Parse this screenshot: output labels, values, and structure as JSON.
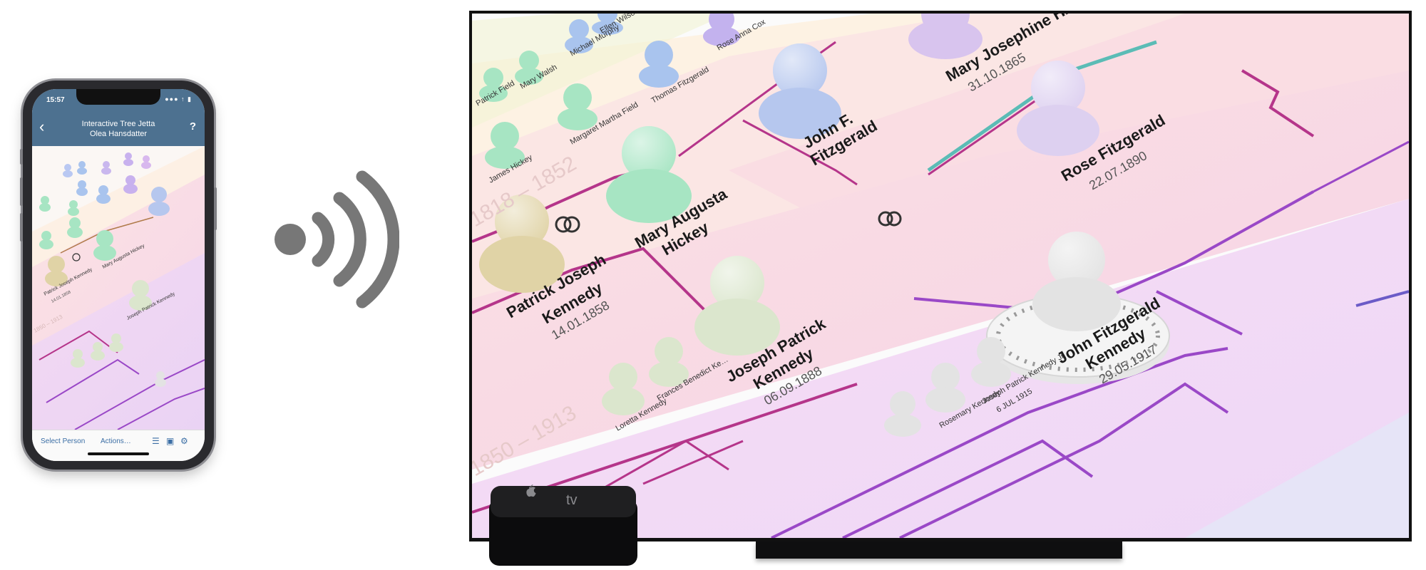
{
  "phone": {
    "status_time": "15:57",
    "status_icons": "●●● ↑ ▮",
    "nav": {
      "back_icon": "chevron-left-icon",
      "title_line1": "Interactive Tree Jetta",
      "title_line2": "Olea Hansdatter",
      "help_label": "?"
    },
    "tree_labels": {
      "mary": "Mary Augusta Hickey",
      "patrick": "Patrick Joseph Kennedy",
      "patrick_date": "14.01.1858",
      "joseph": "Joseph Patrick Kennedy",
      "dates_range": "1850 – 1913"
    },
    "bottom_bar": {
      "select_person": "Select Person",
      "actions": "Actions…",
      "icons": [
        "tree-levels-icon",
        "camera-icon",
        "gear-icon"
      ]
    }
  },
  "tv": {
    "tree": {
      "mary_josephine_name": "Mary Josephine HA…",
      "mary_josephine_date": "31.10.1865",
      "john_f_line1": "John F.",
      "john_f_line2": "Fitzgerald",
      "rose_name": "Rose Fitzgerald",
      "rose_date": "22.07.1890",
      "mary_augusta_line1": "Mary Augusta",
      "mary_augusta_line2": "Hickey",
      "patrick_line1": "Patrick Joseph",
      "patrick_line2": "Kennedy",
      "patrick_date": "14.01.1858",
      "joseph_line1": "Joseph Patrick",
      "joseph_line2": "Kennedy",
      "joseph_date": "06.09.1888",
      "jfk_line1": "John Fitzgerald",
      "jfk_line2": "Kennedy",
      "jfk_date": "29.05.1917",
      "dates_range_left": "1850 – 1913",
      "dates_range_top": "1818 – 1852",
      "james_hickey": "James Hickey",
      "margaret": "Margaret Martha Field",
      "thomas": "Thomas Fitzgerald",
      "rose_anna": "Rose Anna Cox",
      "patrick_field": "Patrick Field",
      "mary_walsh": "Mary Walsh",
      "michael": "Michael Murphy",
      "ellen": "Ellen Wilson",
      "frances": "Frances Benedict Ke…",
      "loretta": "Loretta Kennedy",
      "rosemary": "Rosemary Kennedy",
      "joseph_jr": "Joseph Patrick Kennedy Jr.",
      "joseph_jr_date": "6 JUL 1915",
      "marriage_icon": "rings-icon"
    },
    "device": {
      "apple_tv_label": "tv"
    }
  },
  "colors": {
    "nav_blue": "#4d7190",
    "mint": "#a7e5c3",
    "sky": "#a9c4ee",
    "lilac": "#d9c9ee",
    "beige": "#e0d3a6",
    "sage": "#dbe6cd",
    "magenta_line": "#b5358a",
    "purple_line": "#9a48c7",
    "teal_line": "#5bbcb6"
  }
}
